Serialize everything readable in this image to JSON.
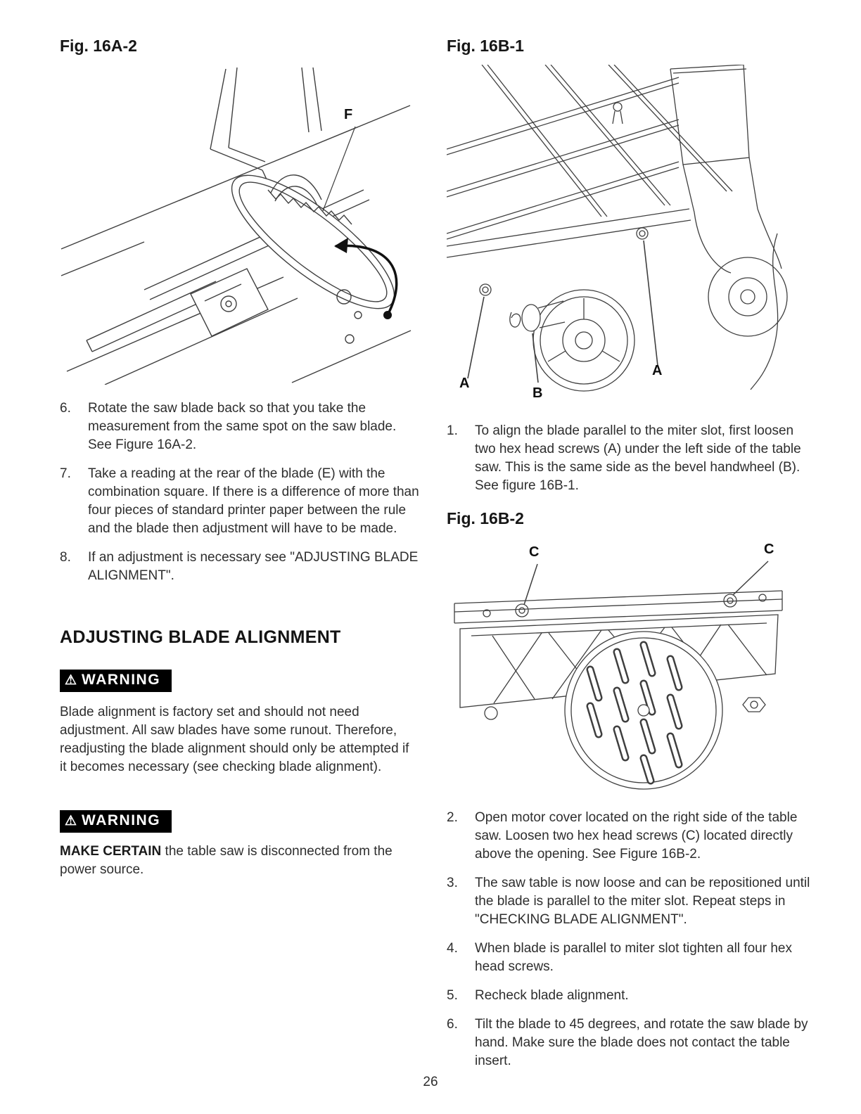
{
  "icons": {
    "warning": "⚠"
  },
  "figures": {
    "fig16a2": {
      "title": "Fig. 16A-2",
      "label_f": "F"
    },
    "fig16b1": {
      "title": "Fig. 16B-1",
      "label_a_left": "A",
      "label_b": "B",
      "label_a_right": "A"
    },
    "fig16b2": {
      "title": "Fig. 16B-2",
      "label_c_left": "C",
      "label_c_right": "C"
    }
  },
  "left": {
    "items": [
      {
        "num": "6.",
        "text": "Rotate the saw blade back so that you take the measurement from the same spot on the saw blade.  See Figure 16A-2."
      },
      {
        "num": "7.",
        "text": "Take a reading at the rear of the blade (E) with the combination square.  If there is a difference of more than four pieces of standard printer paper between the rule and the blade then adjustment will have to be made."
      },
      {
        "num": "8.",
        "text": "If an adjustment is necessary see \"ADJUSTING BLADE ALIGNMENT\"."
      }
    ],
    "section_heading": "ADJUSTING BLADE ALIGNMENT",
    "warning1": {
      "badge": "WARNING",
      "text": "Blade alignment is factory set and should not need adjustment.  All saw blades have some runout.  Therefore, readjusting the blade alignment should only be attempted if it becomes necessary (see checking blade alignment)."
    },
    "warning2": {
      "badge": "WARNING",
      "bold": "MAKE CERTAIN",
      "text": " the table saw is disconnected from the power source."
    }
  },
  "right": {
    "item1": {
      "num": "1.",
      "text": "To align the blade parallel to the miter slot, first loosen two hex head screws (A) under the left side of the table saw.  This is the same side as the bevel handwheel (B).  See figure 16B-1."
    },
    "items": [
      {
        "num": "2.",
        "text": "Open motor cover located on the right side of the table saw.  Loosen two hex head screws (C) located directly above the opening.  See Figure 16B-2."
      },
      {
        "num": "3.",
        "text": "The saw table is now loose and can be repositioned until the blade is parallel to the miter slot.  Repeat steps in \"CHECKING BLADE ALIGNMENT\"."
      },
      {
        "num": "4.",
        "text": "When blade is parallel to miter slot tighten all four hex head screws."
      },
      {
        "num": "5.",
        "text": "Recheck blade alignment."
      },
      {
        "num": "6.",
        "text": "Tilt the blade to 45 degrees, and rotate the saw blade by hand.  Make sure the blade does not contact the table insert."
      }
    ]
  },
  "page_number": "26"
}
